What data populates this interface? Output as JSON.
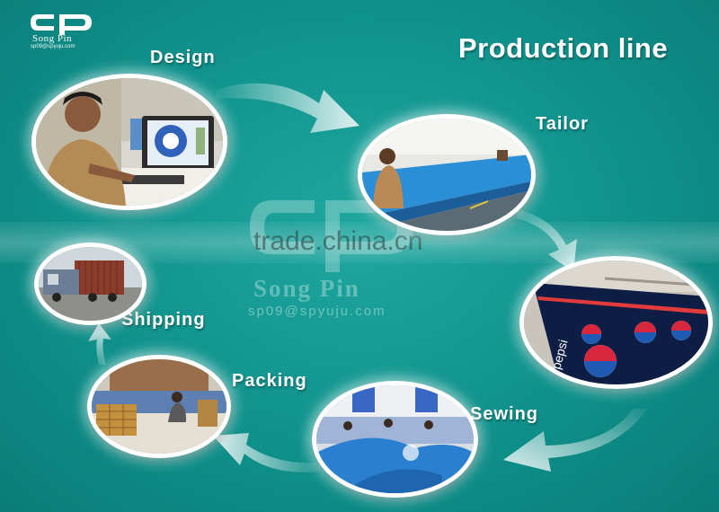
{
  "brand": {
    "logo_text": "Song Pin",
    "email": "sp09@spyuju.com"
  },
  "title": "Production line",
  "steps": [
    {
      "id": "design",
      "label": "Design"
    },
    {
      "id": "tailor",
      "label": "Tailor"
    },
    {
      "id": "printing",
      "label": ""
    },
    {
      "id": "sewing",
      "label": "Sewing"
    },
    {
      "id": "packing",
      "label": "Packing"
    },
    {
      "id": "shipping",
      "label": "Shipping"
    }
  ],
  "watermark": {
    "site": "trade.china.cn",
    "name": "Song Pin",
    "email": "sp09@spyuju.com"
  },
  "printed_banner": {
    "brand": "pepsi"
  },
  "colors": {
    "background": "#10918b",
    "photo_border": "#ffffff",
    "text": "#ffffff"
  }
}
